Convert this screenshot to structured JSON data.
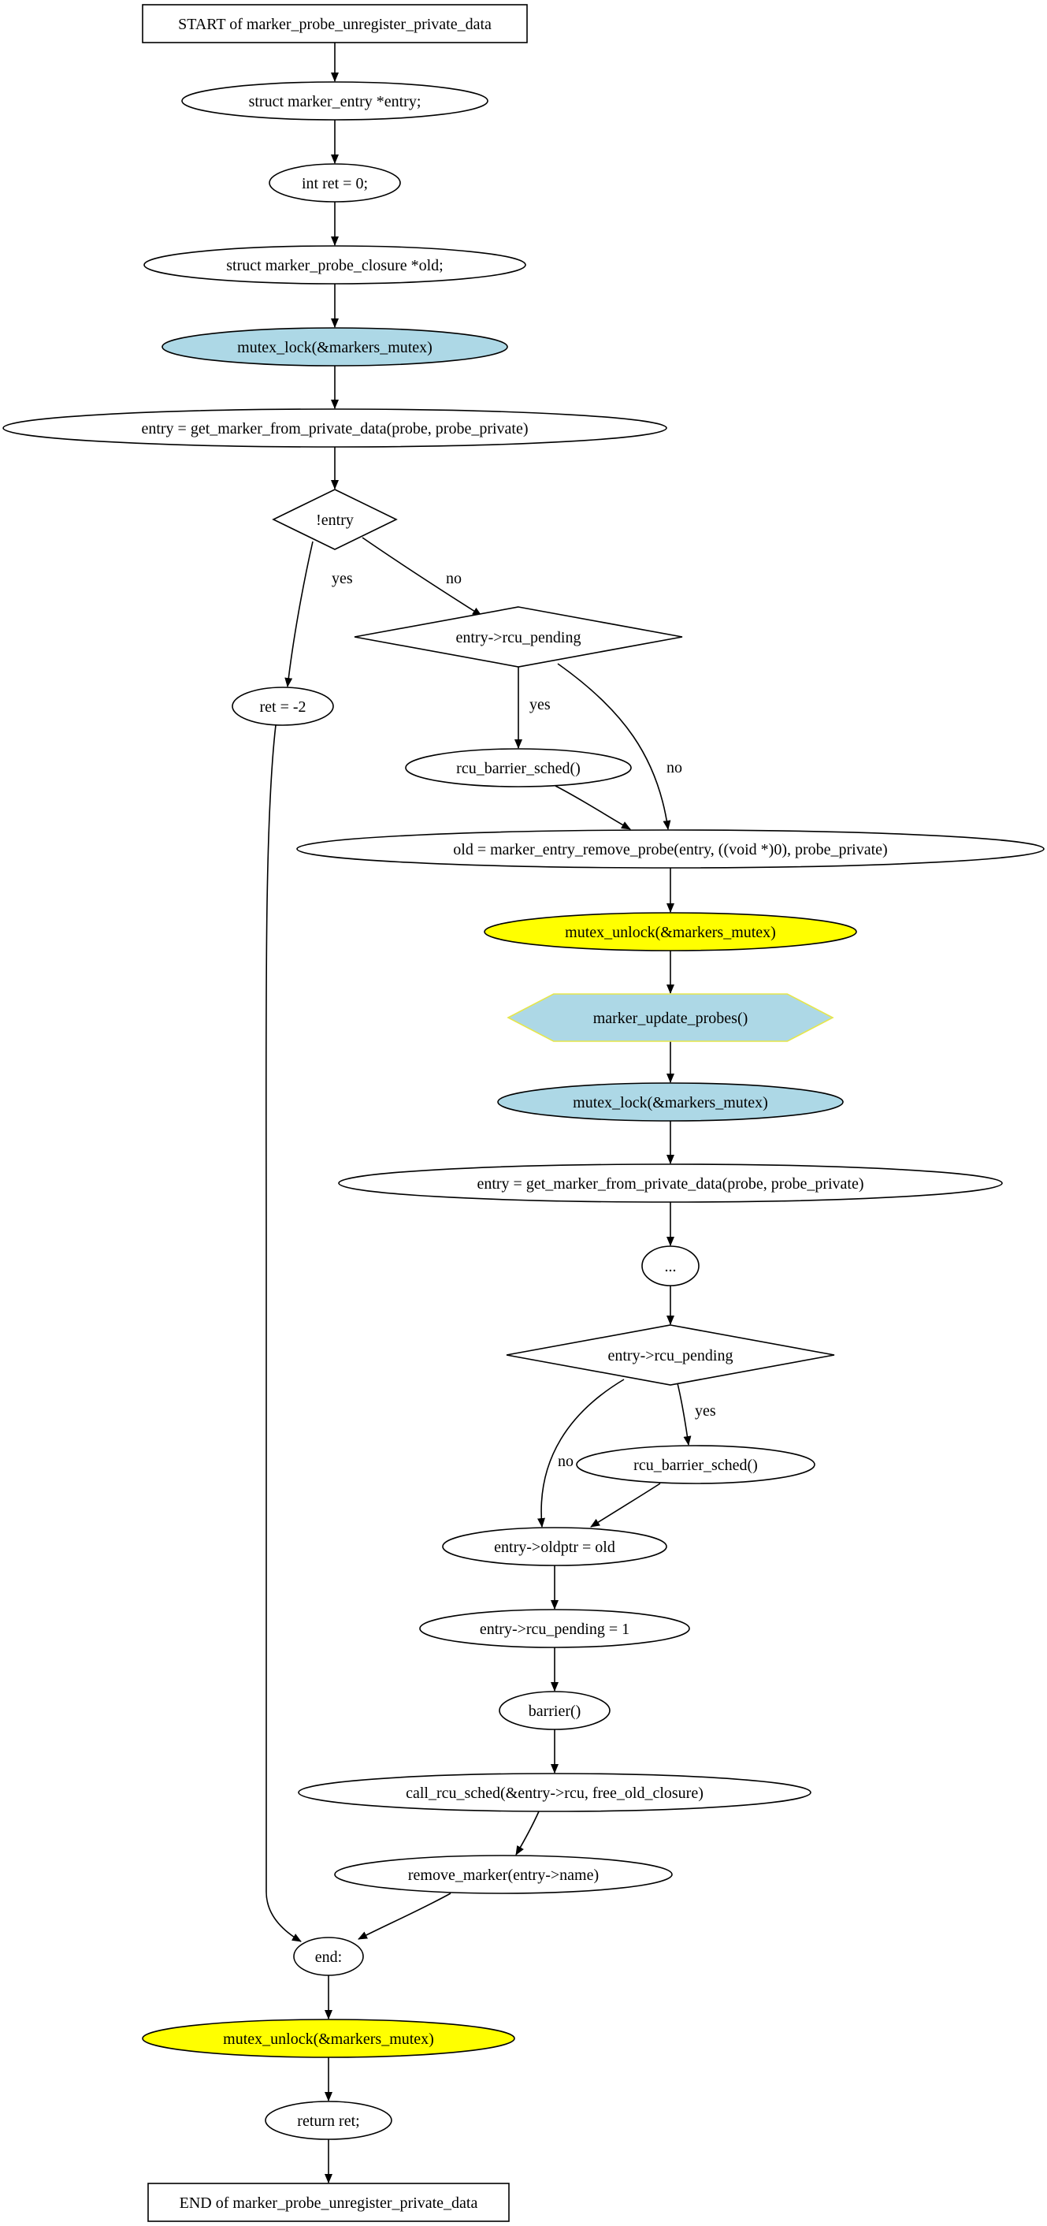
{
  "nodes": [
    {
      "id": "start",
      "shape": "rect",
      "text": "START of marker_probe_unregister_private_data"
    },
    {
      "id": "n1",
      "shape": "ellipse",
      "text": "struct marker_entry *entry;"
    },
    {
      "id": "n2",
      "shape": "ellipse",
      "text": "int ret = 0;"
    },
    {
      "id": "n3",
      "shape": "ellipse",
      "text": "struct marker_probe_closure *old;"
    },
    {
      "id": "n4",
      "shape": "ellipse",
      "fill": "#add8e6",
      "text": "mutex_lock(&markers_mutex)"
    },
    {
      "id": "n5",
      "shape": "ellipse",
      "text": "entry = get_marker_from_private_data(probe, probe_private)"
    },
    {
      "id": "d1",
      "shape": "diamond",
      "text": "!entry"
    },
    {
      "id": "d2",
      "shape": "diamond",
      "text": "entry->rcu_pending"
    },
    {
      "id": "ret2",
      "shape": "ellipse",
      "text": "ret = -2"
    },
    {
      "id": "rcu1",
      "shape": "ellipse",
      "text": "rcu_barrier_sched()"
    },
    {
      "id": "old",
      "shape": "ellipse",
      "text": "old = marker_entry_remove_probe(entry, ((void *)0), probe_private)"
    },
    {
      "id": "unlock1",
      "shape": "ellipse",
      "fill": "#ffff00",
      "text": "mutex_unlock(&markers_mutex)"
    },
    {
      "id": "upd",
      "shape": "hexagon",
      "fill": "#add8e6",
      "stroke": "#e6e64c",
      "text": "marker_update_probes()"
    },
    {
      "id": "lock2",
      "shape": "ellipse",
      "fill": "#add8e6",
      "text": "mutex_lock(&markers_mutex)"
    },
    {
      "id": "entry2",
      "shape": "ellipse",
      "text": "entry = get_marker_from_private_data(probe, probe_private)"
    },
    {
      "id": "dots",
      "shape": "ellipse",
      "textColor": "#bbbbbb",
      "text": "..."
    },
    {
      "id": "d3",
      "shape": "diamond",
      "text": "entry->rcu_pending"
    },
    {
      "id": "rcu2",
      "shape": "ellipse",
      "text": "rcu_barrier_sched()"
    },
    {
      "id": "oldptr",
      "shape": "ellipse",
      "text": "entry->oldptr = old"
    },
    {
      "id": "pend",
      "shape": "ellipse",
      "text": "entry->rcu_pending = 1"
    },
    {
      "id": "barrier",
      "shape": "ellipse",
      "text": "barrier()"
    },
    {
      "id": "call",
      "shape": "ellipse",
      "text": "call_rcu_sched(&entry->rcu, free_old_closure)"
    },
    {
      "id": "remove",
      "shape": "ellipse",
      "text": "remove_marker(entry->name)"
    },
    {
      "id": "end",
      "shape": "ellipse",
      "text": "end:"
    },
    {
      "id": "unlock2",
      "shape": "ellipse",
      "fill": "#ffff00",
      "text": "mutex_unlock(&markers_mutex)"
    },
    {
      "id": "retret",
      "shape": "ellipse",
      "text": "return ret;"
    },
    {
      "id": "endbox",
      "shape": "rect",
      "text": "END of marker_probe_unregister_private_data"
    }
  ],
  "edges": [
    {
      "from": "start",
      "to": "n1"
    },
    {
      "from": "n1",
      "to": "n2"
    },
    {
      "from": "n2",
      "to": "n3"
    },
    {
      "from": "n3",
      "to": "n4"
    },
    {
      "from": "n4",
      "to": "n5"
    },
    {
      "from": "n5",
      "to": "d1"
    },
    {
      "from": "d1",
      "to": "ret2",
      "label": "yes"
    },
    {
      "from": "d1",
      "to": "d2",
      "label": "no"
    },
    {
      "from": "d2",
      "to": "rcu1",
      "label": "yes"
    },
    {
      "from": "d2",
      "to": "old",
      "label": "no"
    },
    {
      "from": "rcu1",
      "to": "old"
    },
    {
      "from": "old",
      "to": "unlock1"
    },
    {
      "from": "unlock1",
      "to": "upd"
    },
    {
      "from": "upd",
      "to": "lock2"
    },
    {
      "from": "lock2",
      "to": "entry2"
    },
    {
      "from": "entry2",
      "to": "dots"
    },
    {
      "from": "dots",
      "to": "d3"
    },
    {
      "from": "d3",
      "to": "rcu2",
      "label": "yes"
    },
    {
      "from": "d3",
      "to": "oldptr",
      "label": "no"
    },
    {
      "from": "rcu2",
      "to": "oldptr"
    },
    {
      "from": "oldptr",
      "to": "pend"
    },
    {
      "from": "pend",
      "to": "barrier"
    },
    {
      "from": "barrier",
      "to": "call"
    },
    {
      "from": "call",
      "to": "remove"
    },
    {
      "from": "remove",
      "to": "end"
    },
    {
      "from": "ret2",
      "to": "end"
    },
    {
      "from": "end",
      "to": "unlock2"
    },
    {
      "from": "unlock2",
      "to": "retret"
    },
    {
      "from": "retret",
      "to": "endbox"
    }
  ]
}
